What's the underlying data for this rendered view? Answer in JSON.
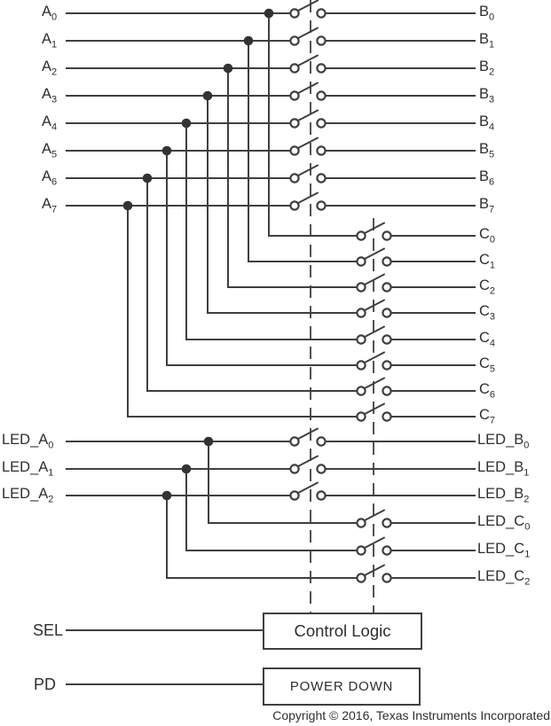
{
  "diagram": {
    "colors": {
      "line": "#3f3f3f",
      "text": "#2e2e2e",
      "background": "#ffffff"
    },
    "a_inputs": [
      {
        "base": "A",
        "sub": "0"
      },
      {
        "base": "A",
        "sub": "1"
      },
      {
        "base": "A",
        "sub": "2"
      },
      {
        "base": "A",
        "sub": "3"
      },
      {
        "base": "A",
        "sub": "4"
      },
      {
        "base": "A",
        "sub": "5"
      },
      {
        "base": "A",
        "sub": "6"
      },
      {
        "base": "A",
        "sub": "7"
      }
    ],
    "b_outputs": [
      {
        "base": "B",
        "sub": "0"
      },
      {
        "base": "B",
        "sub": "1"
      },
      {
        "base": "B",
        "sub": "2"
      },
      {
        "base": "B",
        "sub": "3"
      },
      {
        "base": "B",
        "sub": "4"
      },
      {
        "base": "B",
        "sub": "5"
      },
      {
        "base": "B",
        "sub": "6"
      },
      {
        "base": "B",
        "sub": "7"
      }
    ],
    "c_outputs": [
      {
        "base": "C",
        "sub": "0"
      },
      {
        "base": "C",
        "sub": "1"
      },
      {
        "base": "C",
        "sub": "2"
      },
      {
        "base": "C",
        "sub": "3"
      },
      {
        "base": "C",
        "sub": "4"
      },
      {
        "base": "C",
        "sub": "5"
      },
      {
        "base": "C",
        "sub": "6"
      },
      {
        "base": "C",
        "sub": "7"
      }
    ],
    "led_a_inputs": [
      {
        "base": "LED_A",
        "sub": "0"
      },
      {
        "base": "LED_A",
        "sub": "1"
      },
      {
        "base": "LED_A",
        "sub": "2"
      }
    ],
    "led_b_outputs": [
      {
        "base": "LED_B",
        "sub": "0"
      },
      {
        "base": "LED_B",
        "sub": "1"
      },
      {
        "base": "LED_B",
        "sub": "2"
      }
    ],
    "led_c_outputs": [
      {
        "base": "LED_C",
        "sub": "0"
      },
      {
        "base": "LED_C",
        "sub": "1"
      },
      {
        "base": "LED_C",
        "sub": "2"
      }
    ],
    "sel": {
      "label": "SEL"
    },
    "pd": {
      "label": "PD"
    },
    "control_logic": {
      "label": "Control Logic"
    },
    "power_down": {
      "label": "POWER DOWN"
    },
    "copyright": "Copyright © 2016, Texas Instruments Incorporated"
  }
}
